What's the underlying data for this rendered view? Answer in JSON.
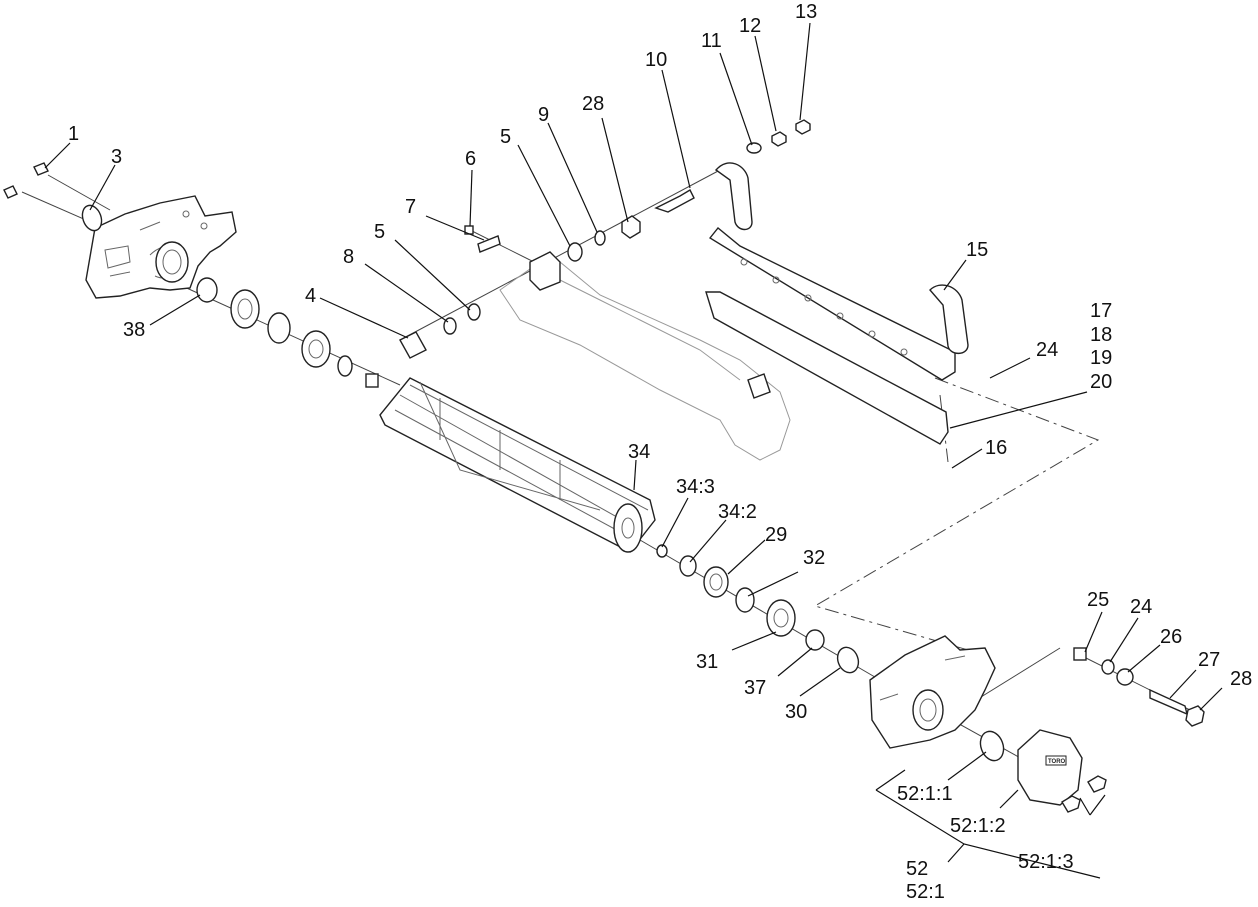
{
  "callouts": [
    {
      "id": "1",
      "text": "1"
    },
    {
      "id": "3",
      "text": "3"
    },
    {
      "id": "38",
      "text": "38"
    },
    {
      "id": "4",
      "text": "4"
    },
    {
      "id": "8",
      "text": "8"
    },
    {
      "id": "5a",
      "text": "5"
    },
    {
      "id": "7",
      "text": "7"
    },
    {
      "id": "6",
      "text": "6"
    },
    {
      "id": "5b",
      "text": "5"
    },
    {
      "id": "9",
      "text": "9"
    },
    {
      "id": "28a",
      "text": "28"
    },
    {
      "id": "10",
      "text": "10"
    },
    {
      "id": "11",
      "text": "11"
    },
    {
      "id": "12",
      "text": "12"
    },
    {
      "id": "13",
      "text": "13"
    },
    {
      "id": "15",
      "text": "15"
    },
    {
      "id": "17",
      "text": "17"
    },
    {
      "id": "18",
      "text": "18"
    },
    {
      "id": "19",
      "text": "19"
    },
    {
      "id": "20",
      "text": "20"
    },
    {
      "id": "24a",
      "text": "24"
    },
    {
      "id": "16",
      "text": "16"
    },
    {
      "id": "34",
      "text": "34"
    },
    {
      "id": "34_3",
      "text": "34:3"
    },
    {
      "id": "34_2",
      "text": "34:2"
    },
    {
      "id": "29",
      "text": "29"
    },
    {
      "id": "32",
      "text": "32"
    },
    {
      "id": "31",
      "text": "31"
    },
    {
      "id": "37",
      "text": "37"
    },
    {
      "id": "30",
      "text": "30"
    },
    {
      "id": "25",
      "text": "25"
    },
    {
      "id": "24b",
      "text": "24"
    },
    {
      "id": "26",
      "text": "26"
    },
    {
      "id": "27",
      "text": "27"
    },
    {
      "id": "28b",
      "text": "28"
    },
    {
      "id": "52_1_1",
      "text": "52:1:1"
    },
    {
      "id": "52_1_2",
      "text": "52:1:2"
    },
    {
      "id": "52_1_3",
      "text": "52:1:3"
    },
    {
      "id": "52",
      "text": "52"
    },
    {
      "id": "52_1",
      "text": "52:1"
    }
  ],
  "cover_brand": "TORO"
}
